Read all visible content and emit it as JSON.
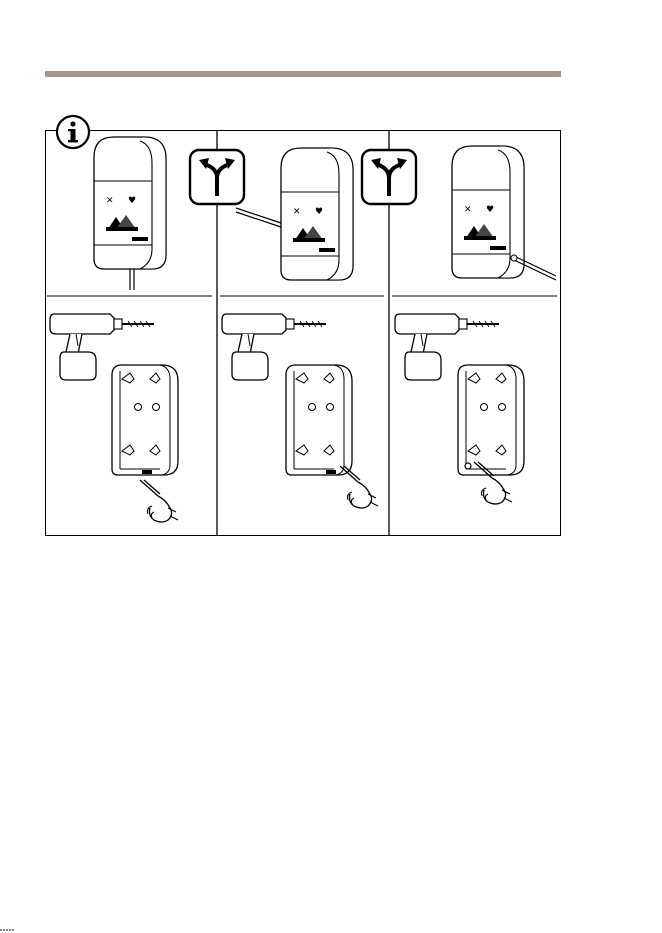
{
  "colors": {
    "header_rule": "#a5978c",
    "line": "#000000",
    "background": "#ffffff"
  },
  "icons": {
    "info": "info-icon",
    "split_arrow": "split-arrow-icon",
    "drill": "drill-icon",
    "pointing_hand": "pointing-hand-icon"
  },
  "steps": [
    {
      "cable_entry": "bottom"
    },
    {
      "cable_entry": "back-left"
    },
    {
      "cable_entry": "right-side"
    }
  ]
}
